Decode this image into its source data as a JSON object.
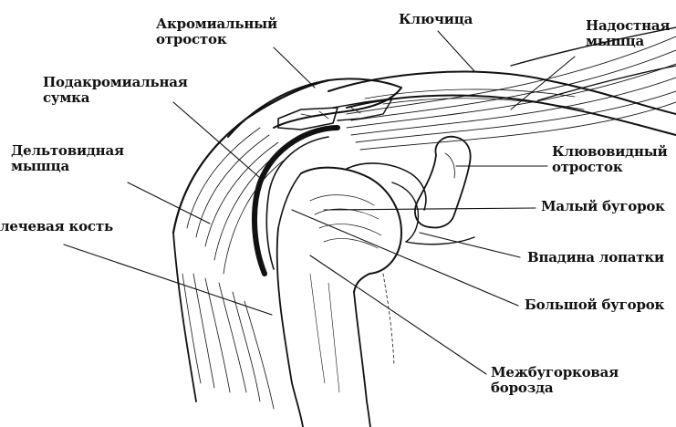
{
  "labels": {
    "acromion": [
      "Акромиальный",
      "отросток"
    ],
    "clavicle": "Ключица",
    "supraspinatus": [
      "Надостная",
      "мышца"
    ],
    "subacromial_bursa": [
      "Подакромиальная",
      "сумка"
    ],
    "deltoid": [
      "Дельтовидная",
      "мышца"
    ],
    "humerus": "лечевая кость",
    "coracoid": [
      "Клювовидный",
      "отросток"
    ],
    "lesser_tubercle": "Малый бугорок",
    "glenoid": "Впадина лопатки",
    "greater_tubercle": "Большой бугорок",
    "intertubercular_groove": [
      "Межбугорковая",
      "борозда"
    ]
  },
  "colors": {
    "ink": "#111111",
    "background": "#ffffff"
  }
}
